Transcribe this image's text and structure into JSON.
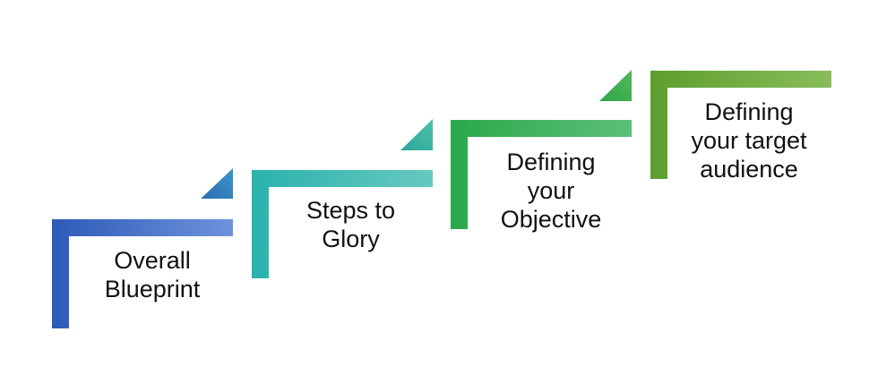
{
  "steps": [
    {
      "label_lines": [
        "Overall",
        "Blueprint"
      ],
      "color_start": "#2e5ab8",
      "color_end": "#6d93db",
      "triangle_start": "#2b6fb3",
      "triangle_end": "#3d94c9"
    },
    {
      "label_lines": [
        "Steps to",
        "Glory"
      ],
      "color_start": "#2ab2ad",
      "color_end": "#66c9bf",
      "triangle_start": "#2aa69c",
      "triangle_end": "#4fc1a8"
    },
    {
      "label_lines": [
        "Defining",
        "your",
        "Objective"
      ],
      "color_start": "#2aa84a",
      "color_end": "#5cc07a",
      "triangle_start": "#2ea74a",
      "triangle_end": "#56b85a"
    },
    {
      "label_lines": [
        "Defining",
        "your target",
        "audience"
      ],
      "color_start": "#5e9e2e",
      "color_end": "#88bd5a",
      "triangle_start": "#3aa93f",
      "triangle_end": "#52b848"
    }
  ]
}
